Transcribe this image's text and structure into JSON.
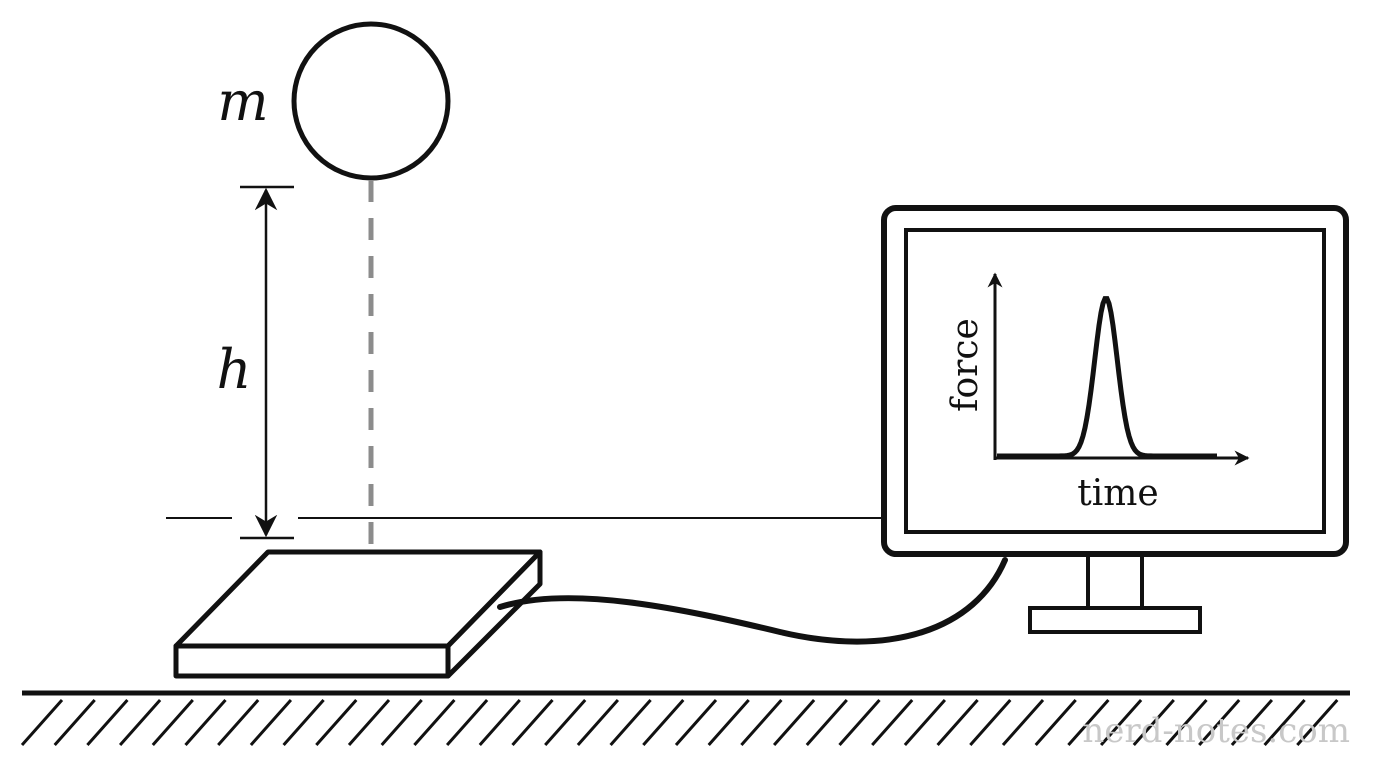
{
  "labels": {
    "mass": "m",
    "height": "h",
    "y_axis": "force",
    "x_axis": "time"
  },
  "watermark": "nerd-notes.com",
  "colors": {
    "stroke": "#111111",
    "drop_path": "#8c8c8c",
    "watermark": "#c8c8c8"
  }
}
